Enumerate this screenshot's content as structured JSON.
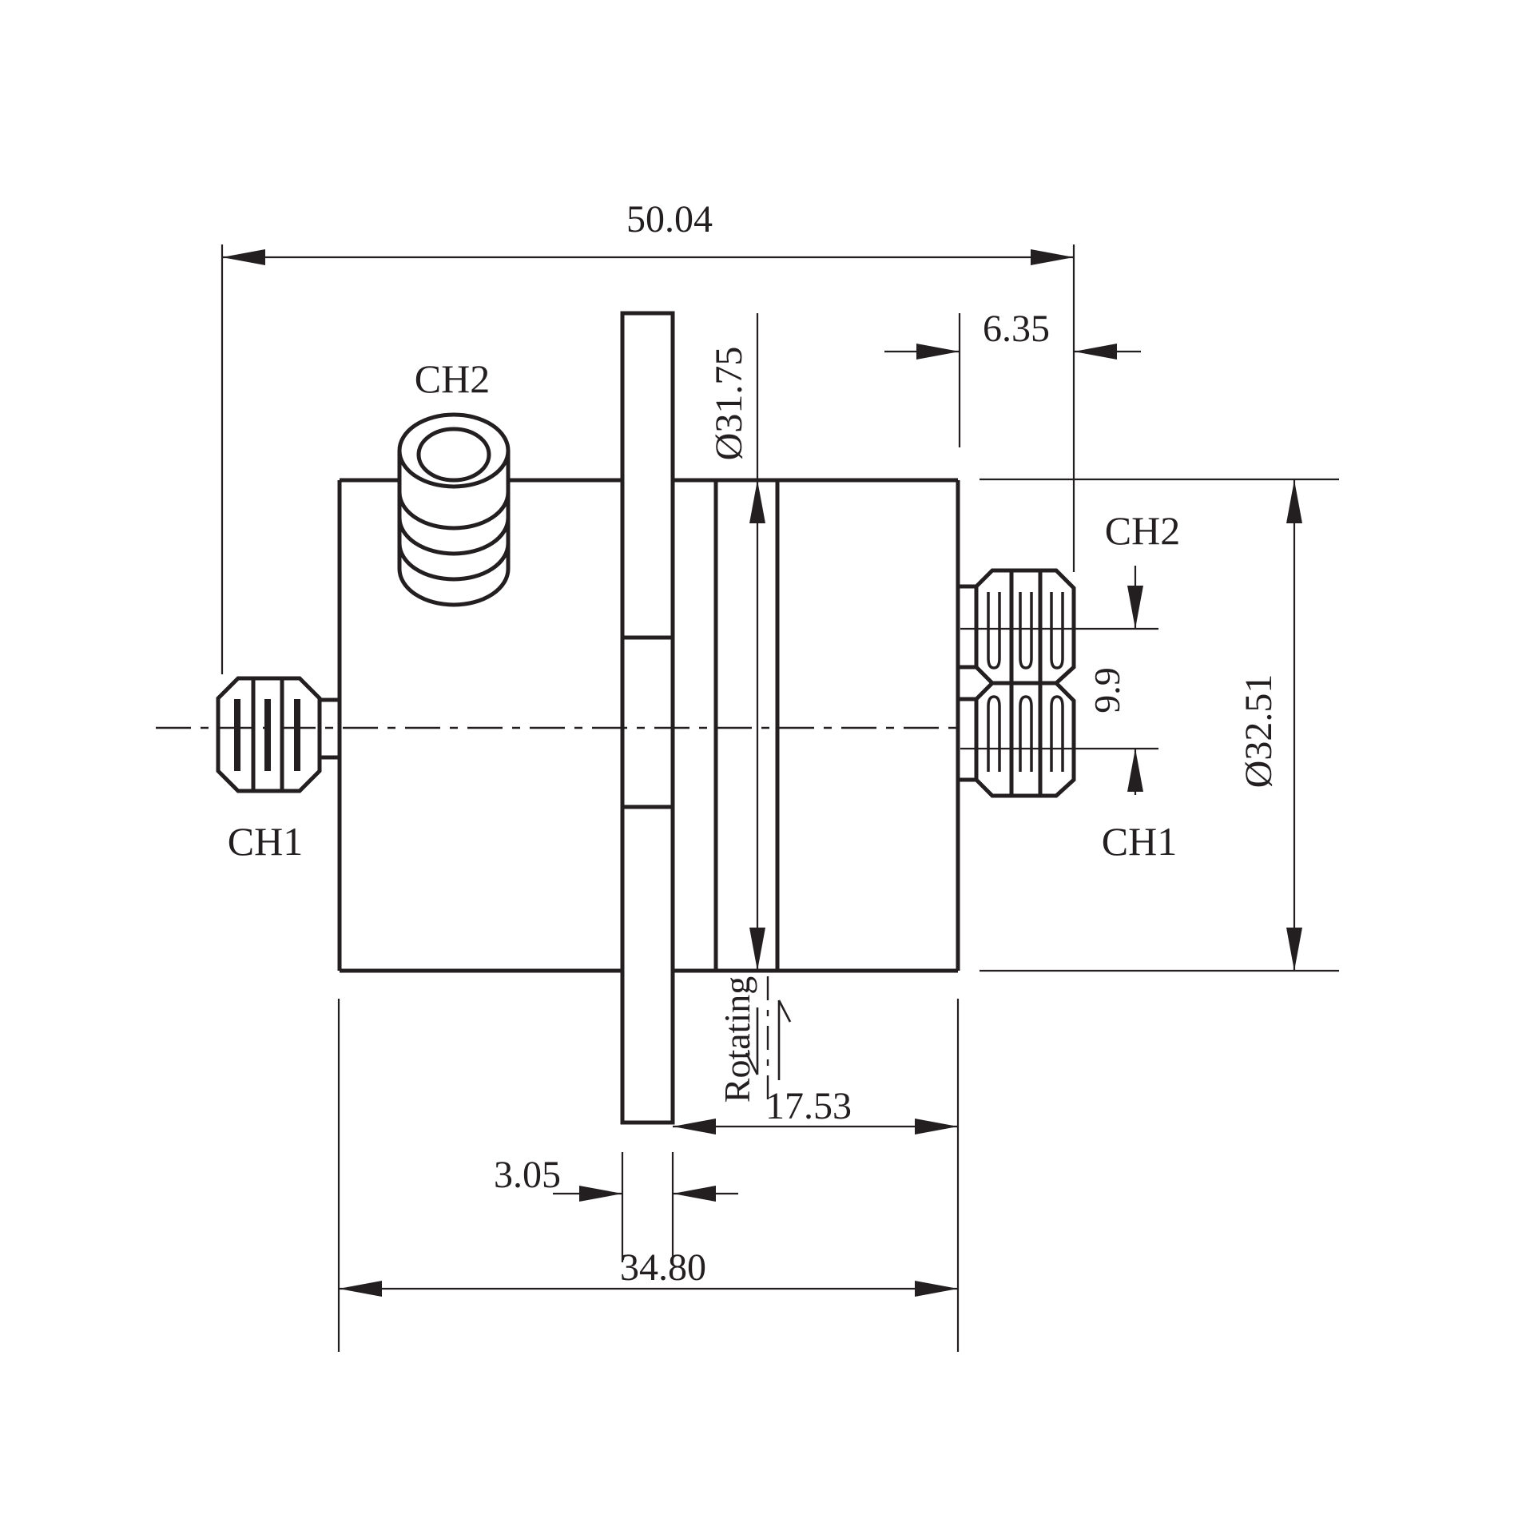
{
  "drawing": {
    "type": "technical-dimension-drawing",
    "subject": "two-channel rotary slip ring, side view",
    "units": "mm",
    "colors": {
      "line": "#231f20",
      "background": "#ffffff"
    },
    "labels": {
      "left_ch2": "CH2",
      "left_ch1": "CH1",
      "right_ch2": "CH2",
      "right_ch1": "CH1",
      "rotating": "Rotating"
    },
    "dimensions": {
      "overall_length": "50.04",
      "right_end_offset": "6.35",
      "rotor_diameter": "Ø31.75",
      "housing_diameter": "Ø32.51",
      "channel_spacing": "9.9",
      "rotor_length": "17.53",
      "flange_thickness": "3.05",
      "body_length": "34.80"
    }
  }
}
